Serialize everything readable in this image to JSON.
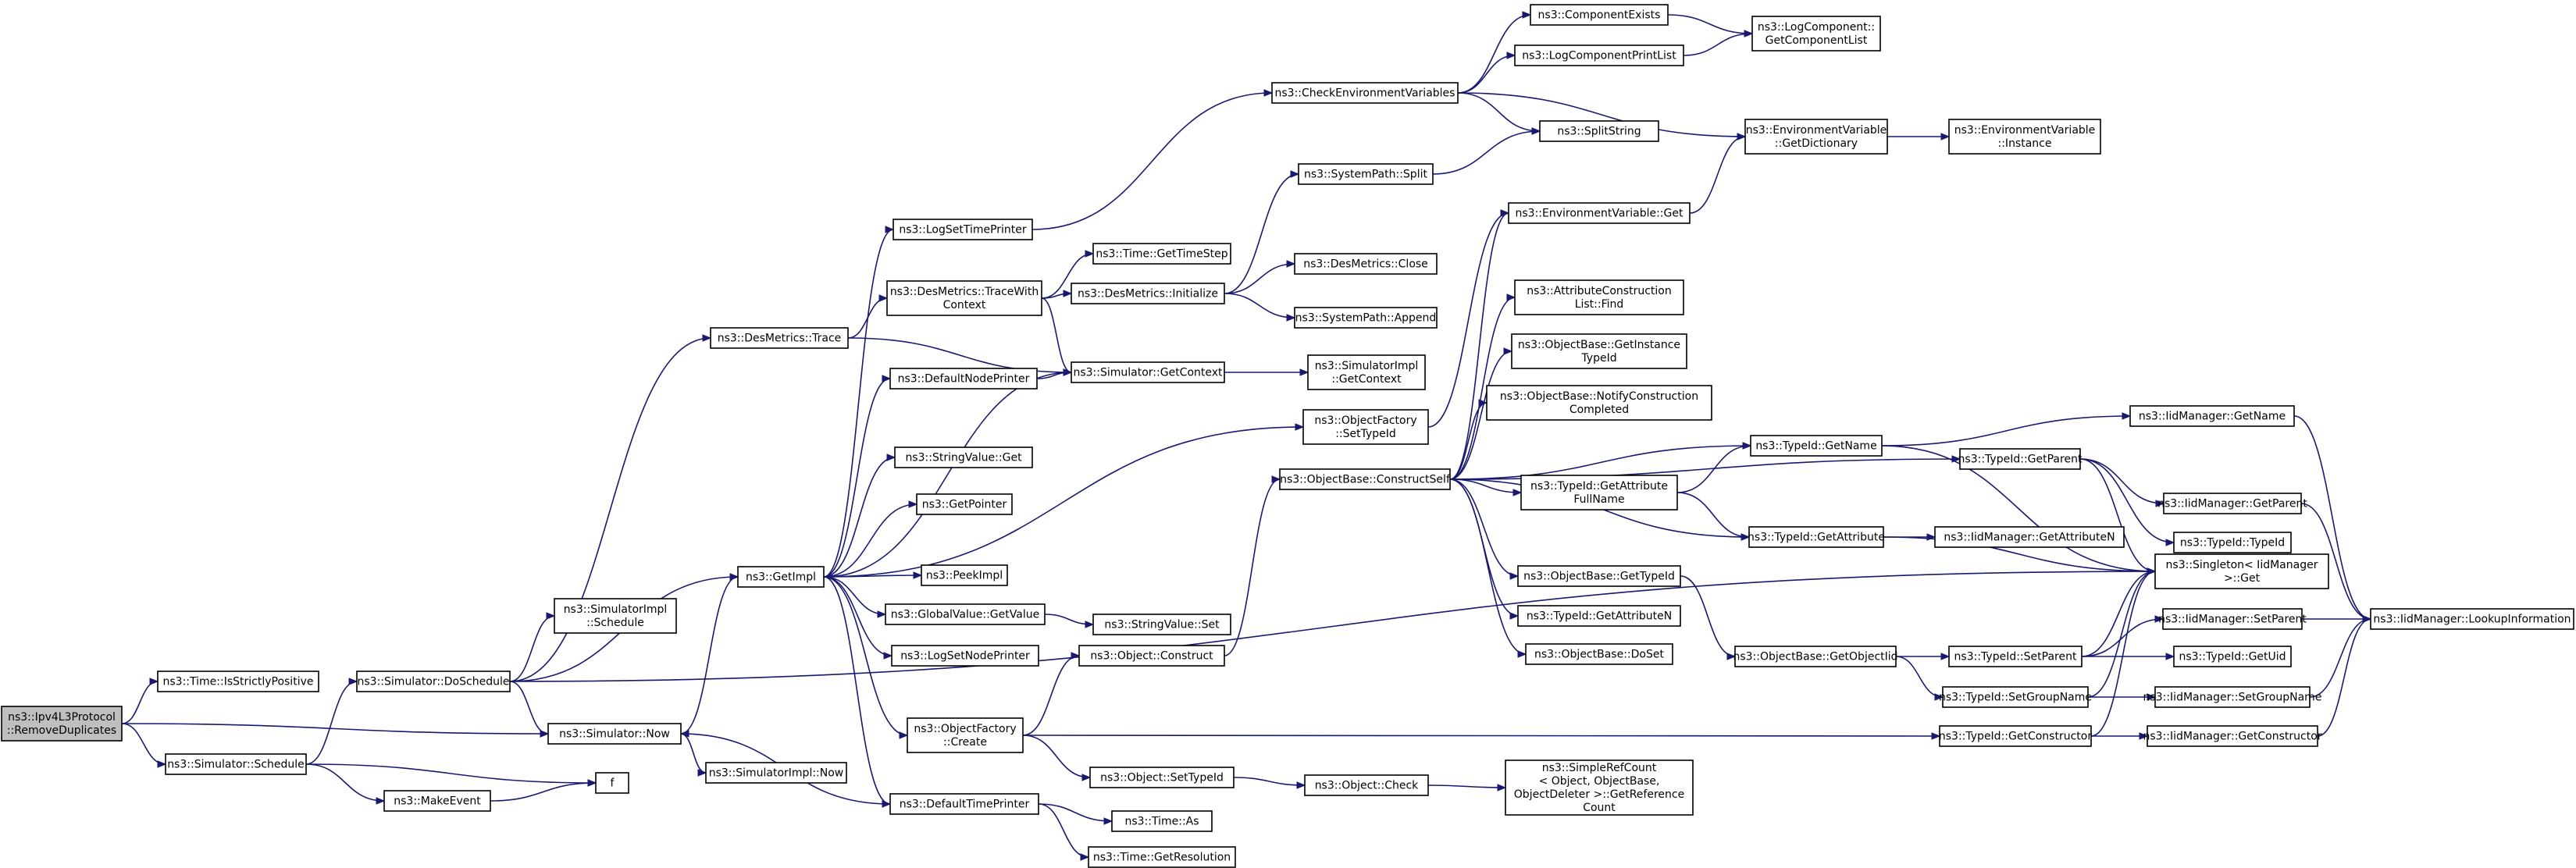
{
  "colors": {
    "edge": "#191970",
    "node_border": "#000000",
    "root_fill": "#bfbfbf",
    "node_fill": "#ffffff"
  },
  "nodes": [
    {
      "id": "n0",
      "lines": [
        "ns3::Ipv4L3Protocol",
        "::RemoveDuplicates"
      ]
    },
    {
      "id": "n1",
      "lines": [
        "ns3::Time::IsStrictlyPositive"
      ]
    },
    {
      "id": "n2",
      "lines": [
        "ns3::Simulator::Now"
      ]
    },
    {
      "id": "n3",
      "lines": [
        "ns3::Simulator::Schedule"
      ]
    },
    {
      "id": "n4",
      "lines": [
        "ns3::Simulator::DoSchedule"
      ]
    },
    {
      "id": "n5",
      "lines": [
        "ns3::MakeEvent"
      ]
    },
    {
      "id": "n6",
      "lines": [
        "f"
      ]
    },
    {
      "id": "n7",
      "lines": [
        "ns3::DesMetrics::Trace"
      ]
    },
    {
      "id": "n8",
      "lines": [
        "ns3::SimulatorImpl",
        "::Schedule"
      ]
    },
    {
      "id": "n9",
      "lines": [
        "ns3::GetImpl"
      ]
    },
    {
      "id": "n10",
      "lines": [
        "ns3::Singleton< IidManager",
        " >::Get"
      ]
    },
    {
      "id": "n11",
      "lines": [
        "ns3::SimulatorImpl::Now"
      ]
    },
    {
      "id": "n12",
      "lines": [
        "ns3::DesMetrics::TraceWith",
        "Context"
      ]
    },
    {
      "id": "n13",
      "lines": [
        "ns3::Simulator::GetContext"
      ]
    },
    {
      "id": "n14",
      "lines": [
        "ns3::LogSetTimePrinter"
      ]
    },
    {
      "id": "n15",
      "lines": [
        "ns3::DefaultNodePrinter"
      ]
    },
    {
      "id": "n16",
      "lines": [
        "ns3::StringValue::Get"
      ]
    },
    {
      "id": "n17",
      "lines": [
        "ns3::GetPointer"
      ]
    },
    {
      "id": "n18",
      "lines": [
        "ns3::PeekImpl"
      ]
    },
    {
      "id": "n19",
      "lines": [
        "ns3::GlobalValue::GetValue"
      ]
    },
    {
      "id": "n20",
      "lines": [
        "ns3::LogSetNodePrinter"
      ]
    },
    {
      "id": "n21",
      "lines": [
        "ns3::ObjectFactory",
        "::Create"
      ]
    },
    {
      "id": "n22",
      "lines": [
        "ns3::DefaultTimePrinter"
      ]
    },
    {
      "id": "n23",
      "lines": [
        "ns3::ObjectFactory",
        "::SetTypeId"
      ]
    },
    {
      "id": "n24",
      "lines": [
        "ns3::Time::GetTimeStep"
      ]
    },
    {
      "id": "n25",
      "lines": [
        "ns3::DesMetrics::Initialize"
      ]
    },
    {
      "id": "n26",
      "lines": [
        "ns3::CheckEnvironmentVariables"
      ]
    },
    {
      "id": "n27",
      "lines": [
        "ns3::SystemPath::Split"
      ]
    },
    {
      "id": "n28",
      "lines": [
        "ns3::DesMetrics::Close"
      ]
    },
    {
      "id": "n29",
      "lines": [
        "ns3::SystemPath::Append"
      ]
    },
    {
      "id": "n30",
      "lines": [
        "ns3::SimulatorImpl",
        "::GetContext"
      ]
    },
    {
      "id": "n31",
      "lines": [
        "ns3::StringValue::Set"
      ]
    },
    {
      "id": "n32",
      "lines": [
        "ns3::Object::Construct"
      ]
    },
    {
      "id": "n33",
      "lines": [
        "ns3::Object::SetTypeId"
      ]
    },
    {
      "id": "n34",
      "lines": [
        "ns3::Object::Check"
      ]
    },
    {
      "id": "n35",
      "lines": [
        "ns3::Time::As"
      ]
    },
    {
      "id": "n36",
      "lines": [
        "ns3::Time::GetResolution"
      ]
    },
    {
      "id": "n37",
      "lines": [
        "ns3::ObjectBase::ConstructSelf"
      ]
    },
    {
      "id": "n38",
      "lines": [
        "ns3::ComponentExists"
      ]
    },
    {
      "id": "n39",
      "lines": [
        "ns3::LogComponentPrintList"
      ]
    },
    {
      "id": "n40",
      "lines": [
        "ns3::SplitString"
      ]
    },
    {
      "id": "n41",
      "lines": [
        "ns3::EnvironmentVariable::Get"
      ]
    },
    {
      "id": "n42",
      "lines": [
        "ns3::AttributeConstruction",
        "List::Find"
      ]
    },
    {
      "id": "n43",
      "lines": [
        "ns3::ObjectBase::GetInstance",
        "TypeId"
      ]
    },
    {
      "id": "n44",
      "lines": [
        "ns3::ObjectBase::NotifyConstruction",
        "Completed"
      ]
    },
    {
      "id": "n45",
      "lines": [
        "ns3::TypeId::GetAttribute",
        "FullName"
      ]
    },
    {
      "id": "n46",
      "lines": [
        "ns3::ObjectBase::GetTypeId"
      ]
    },
    {
      "id": "n47",
      "lines": [
        "ns3::TypeId::GetAttributeN"
      ]
    },
    {
      "id": "n48",
      "lines": [
        "ns3::ObjectBase::DoSet"
      ]
    },
    {
      "id": "n49",
      "lines": [
        "ns3::SimpleRefCount",
        "< Object, ObjectBase,",
        " ObjectDeleter >::GetReference",
        "Count"
      ]
    },
    {
      "id": "n50",
      "lines": [
        "ns3::LogComponent::",
        "GetComponentList"
      ]
    },
    {
      "id": "n51",
      "lines": [
        "ns3::EnvironmentVariable",
        "::GetDictionary"
      ]
    },
    {
      "id": "n52",
      "lines": [
        "ns3::TypeId::GetName"
      ]
    },
    {
      "id": "n53",
      "lines": [
        "ns3::TypeId::GetAttribute"
      ]
    },
    {
      "id": "n54",
      "lines": [
        "ns3::ObjectBase::GetObjectIid"
      ]
    },
    {
      "id": "n55",
      "lines": [
        "ns3::TypeId::SetParent"
      ]
    },
    {
      "id": "n56",
      "lines": [
        "ns3::TypeId::SetGroupName"
      ]
    },
    {
      "id": "n57",
      "lines": [
        "ns3::TypeId::GetConstructor"
      ]
    },
    {
      "id": "n58",
      "lines": [
        "ns3::EnvironmentVariable",
        "::Instance"
      ]
    },
    {
      "id": "n59",
      "lines": [
        "ns3::IidManager::GetName"
      ]
    },
    {
      "id": "n60",
      "lines": [
        "ns3::TypeId::GetParent"
      ]
    },
    {
      "id": "n61",
      "lines": [
        "ns3::IidManager::GetAttributeN"
      ]
    },
    {
      "id": "n62",
      "lines": [
        "ns3::IidManager::SetParent"
      ]
    },
    {
      "id": "n63",
      "lines": [
        "ns3::TypeId::GetUid"
      ]
    },
    {
      "id": "n64",
      "lines": [
        "ns3::IidManager::SetGroupName"
      ]
    },
    {
      "id": "n65",
      "lines": [
        "ns3::IidManager::GetConstructor"
      ]
    },
    {
      "id": "n66",
      "lines": [
        "ns3::IidManager::GetParent"
      ]
    },
    {
      "id": "n67",
      "lines": [
        "ns3::TypeId::TypeId"
      ]
    },
    {
      "id": "n68",
      "lines": [
        "ns3::IidManager::LookupInformation"
      ]
    }
  ]
}
